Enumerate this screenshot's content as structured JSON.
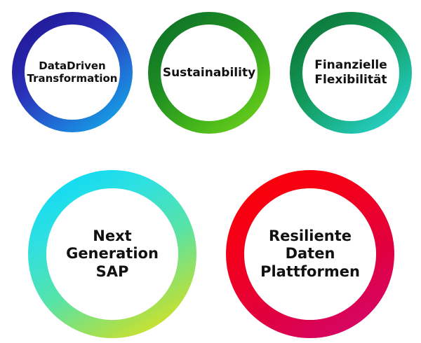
{
  "circles": [
    {
      "lines": [
        "DataDriven",
        "Transformation"
      ],
      "colors": [
        "#1e0f8a",
        "#0fb7e8"
      ]
    },
    {
      "lines": [
        "Sustainability"
      ],
      "colors": [
        "#0a6a2a",
        "#7ad51e"
      ]
    },
    {
      "lines": [
        "Finanzielle",
        "Flexibilität"
      ],
      "colors": [
        "#0b6d2e",
        "#2fe0de"
      ]
    },
    {
      "lines": [
        "Next",
        "Generation",
        "SAP"
      ],
      "colors": [
        "#00d8ff",
        "#f7e40a"
      ]
    },
    {
      "lines": [
        "Resiliente",
        "Daten",
        "Plattformen"
      ],
      "colors": [
        "#ff0000",
        "#d00a78"
      ]
    }
  ]
}
